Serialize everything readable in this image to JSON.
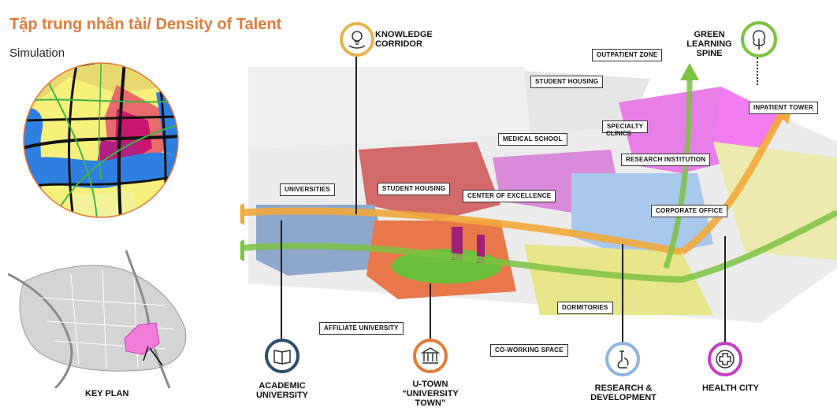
{
  "title": "Tập trung nhân tài/ Density of Talent",
  "subtitle": "Simulation",
  "key_plan_label": "KEY PLAN",
  "icons": {
    "knowledge": {
      "label": "KNOWLEDGE\nCORRIDOR",
      "color": "#E8B54A"
    },
    "green": {
      "label": "GREEN\nLEARNING\nSPINE",
      "color": "#7DC242"
    },
    "academic": {
      "label": "ACADEMIC\nUNIVERSITY",
      "color": "#2E4C6D"
    },
    "utown": {
      "label": "U-TOWN\n“UNIVERSITY\nTOWN”",
      "color": "#E07B39"
    },
    "research": {
      "label": "RESEARCH &\nDEVELOPMENT",
      "color": "#8DB4E2"
    },
    "health": {
      "label": "HEALTH CITY",
      "color": "#C83CC8"
    }
  },
  "zone_labels": {
    "outpatient": "OUTPATIENT ZONE",
    "student_housing_top": "STUDENT HOUSING",
    "inpatient": "INPATIENT TOWER",
    "specialty": "SPECIALTY",
    "clinics": "CLINICS",
    "medical_school": "MEDICAL SCHOOL",
    "research_institution": "RESEARCH INSTITUTION",
    "universities": "UNIVERSITIES",
    "student_housing": "STUDENT HOUSING",
    "center_excellence": "CENTER OF EXCELLENCE",
    "corporate_office": "CORPORATE OFFICE",
    "dormitories": "DORMITORIES",
    "affiliate_university": "AFFILIATE UNIVERSITY",
    "coworking": "CO-WORKING SPACE"
  },
  "colors": {
    "title": "#E07B39",
    "health_pink": "#E87EE8",
    "medical_pink": "#D98BD9",
    "housing_red": "#D36A6A",
    "utown_orange": "#E8784A",
    "research_blue": "#A8C8EC",
    "dorm_yellow": "#E8E68A",
    "green_spine": "#7DC242",
    "corridor_orange": "#F2A93B"
  }
}
